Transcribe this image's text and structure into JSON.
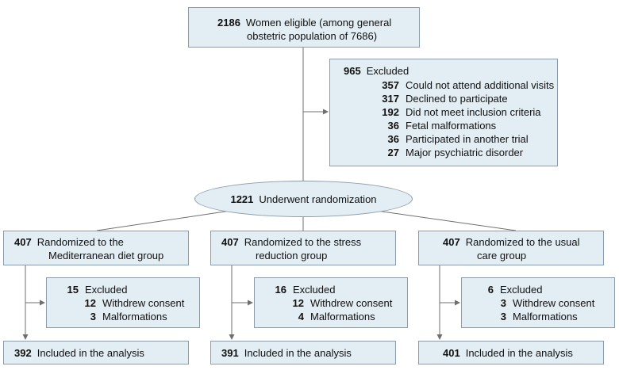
{
  "eligible": {
    "count": "2186",
    "text_line1": "Women eligible (among general",
    "text_line2": "obstetric population of 7686)"
  },
  "excluded": {
    "count": "965",
    "label": "Excluded",
    "reasons": [
      {
        "count": "357",
        "label": "Could not attend additional visits"
      },
      {
        "count": "317",
        "label": "Declined to participate"
      },
      {
        "count": "192",
        "label": "Did not meet inclusion criteria"
      },
      {
        "count": "36",
        "label": "Fetal malformations"
      },
      {
        "count": "36",
        "label": "Participated in another trial"
      },
      {
        "count": "27",
        "label": "Major psychiatric disorder"
      }
    ]
  },
  "randomized": {
    "count": "1221",
    "label": "Underwent randomization"
  },
  "groups": [
    {
      "count": "407",
      "line1": "Randomized to the",
      "line2": "Mediterranean diet group",
      "excluded": {
        "count": "15",
        "label": "Excluded",
        "reasons": [
          {
            "count": "12",
            "label": "Withdrew consent"
          },
          {
            "count": "3",
            "label": "Malformations"
          }
        ]
      },
      "analysis": {
        "count": "392",
        "label": "Included in the analysis"
      }
    },
    {
      "count": "407",
      "line1": "Randomized to the stress",
      "line2": "reduction group",
      "excluded": {
        "count": "16",
        "label": "Excluded",
        "reasons": [
          {
            "count": "12",
            "label": "Withdrew consent"
          },
          {
            "count": "4",
            "label": "Malformations"
          }
        ]
      },
      "analysis": {
        "count": "391",
        "label": "Included in the analysis"
      }
    },
    {
      "count": "407",
      "line1": "Randomized to the usual",
      "line2": "care group",
      "excluded": {
        "count": "6",
        "label": "Excluded",
        "reasons": [
          {
            "count": "3",
            "label": "Withdrew consent"
          },
          {
            "count": "3",
            "label": "Malformations"
          }
        ]
      },
      "analysis": {
        "count": "401",
        "label": "Included in the analysis"
      }
    }
  ],
  "colors": {
    "box_fill": "#e3edf4",
    "box_border": "#8a9ca9",
    "line": "#6f6f6f"
  }
}
